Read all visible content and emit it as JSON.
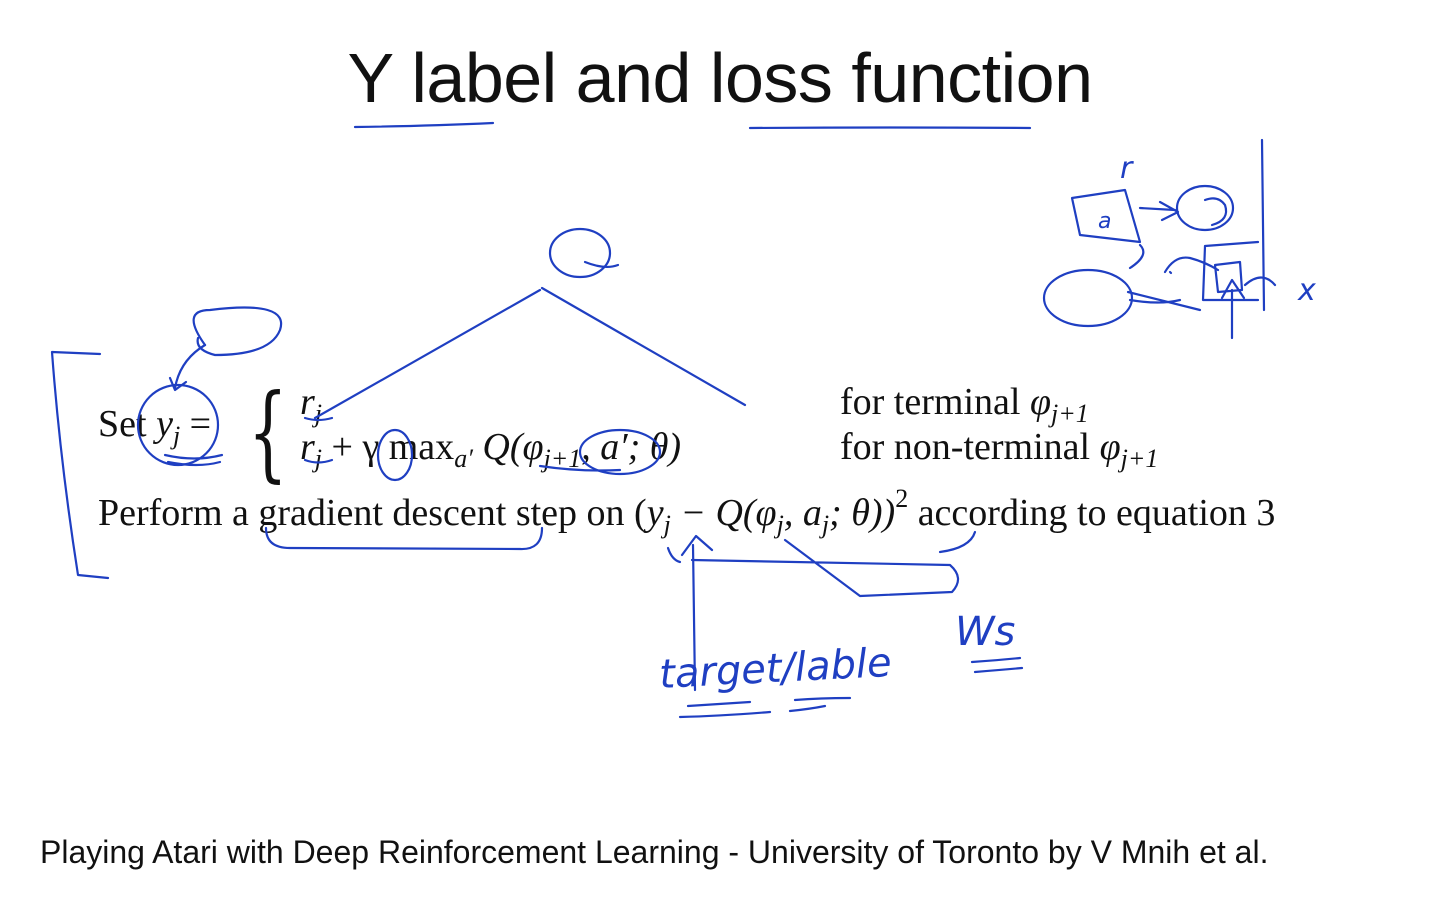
{
  "slide": {
    "title": "Y label and loss function",
    "footer": "Playing Atari with Deep Reinforcement Learning - University of Toronto by V Mnih et al."
  },
  "equation": {
    "set_word": "Set",
    "y": "y",
    "sub_j": "j",
    "equals": "=",
    "case1_r": "r",
    "case1_cond": "for terminal",
    "case2_r": "r",
    "case2_plus": " + γ max",
    "case2_sub_a": "a′",
    "case2_q": " Q(φ",
    "case2_sub_j1": "j+1",
    "case2_rest": ", a′; θ)",
    "case2_cond": "for non-terminal",
    "phi": "φ",
    "sub_j1": "j+1"
  },
  "step": {
    "prefix": "Perform a gradient descent step on (",
    "y": "y",
    "sub_j": "j",
    "mid": " − Q(φ",
    "sub_j2": "j",
    "comma": ", a",
    "sub_j3": "j",
    "close": "; θ))",
    "sup_2": "2",
    "suffix": " according to equation 3"
  },
  "annotations": {
    "target_label": "target/lable",
    "ws": "Ws",
    "r": "r",
    "x": "x",
    "a": "a"
  },
  "colors": {
    "ink": "#1f3fc2",
    "text": "#111111",
    "background": "#ffffff"
  }
}
